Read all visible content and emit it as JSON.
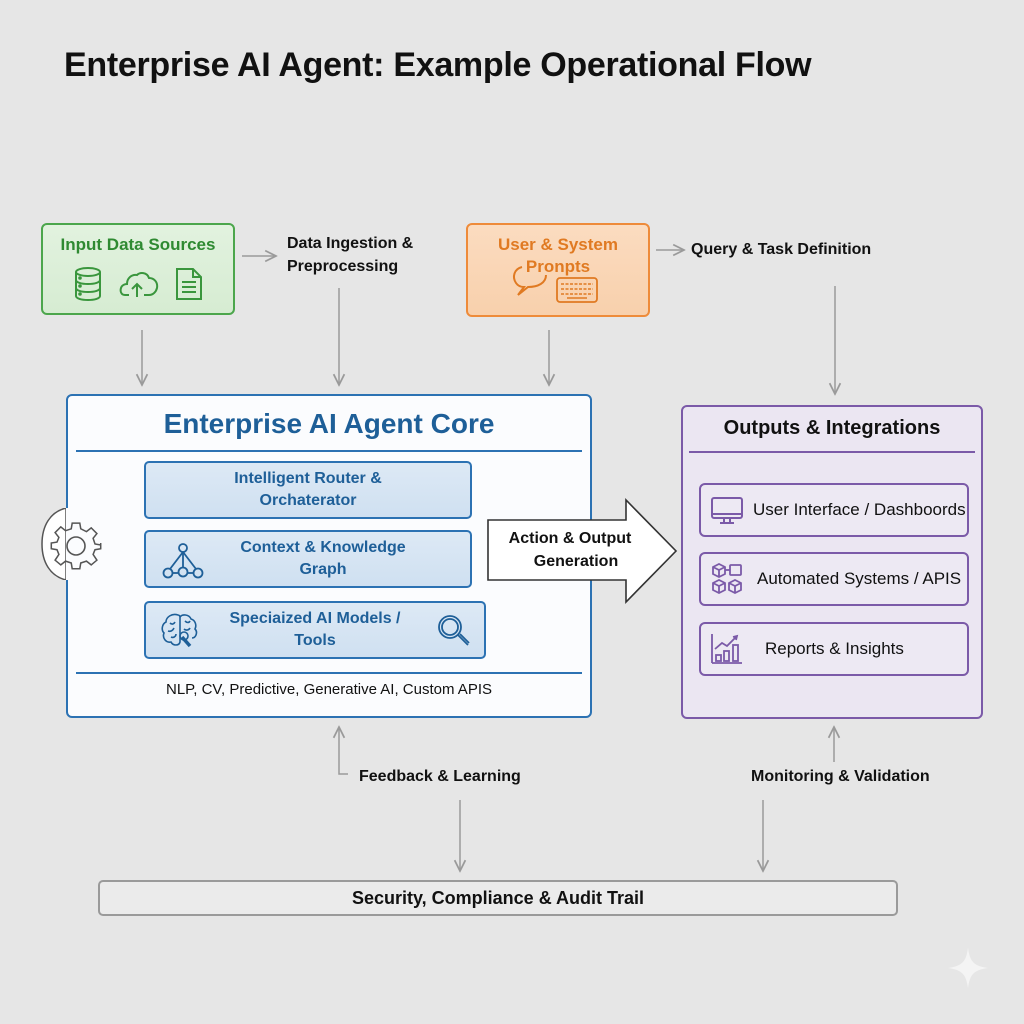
{
  "title": "Enterprise AI Agent: Example Operational Flow",
  "colors": {
    "background": "#e6e6e6",
    "input_green": "#4ca64c",
    "prompt_orange": "#ee8b3a",
    "core_blue": "#2c72b3",
    "output_purple": "#7b5aa8",
    "arrow_gray": "#9a9a9a"
  },
  "inputs": {
    "label": "Input Data Sources",
    "icons": [
      "database-icon",
      "cloud-upload-icon",
      "document-icon"
    ]
  },
  "prompts": {
    "label_line1": "User & System",
    "label_line2": "Pronpts",
    "icons": [
      "chat-bubble-icon",
      "keyboard-icon"
    ]
  },
  "flow_labels": {
    "ingestion_line1": "Data Ingestion &",
    "ingestion_line2": "Preprocessing",
    "query": "Query & Task Definition",
    "action_line1": "Action & Output",
    "action_line2": "Generation",
    "feedback": "Feedback & Learning",
    "monitoring": "Monitoring & Validation"
  },
  "core": {
    "heading": "Enterprise AI Agent Core",
    "modules": [
      {
        "line1": "Intelligent Router &",
        "line2": "Orchaterator",
        "icon": ""
      },
      {
        "line1": "Context & Knowledge",
        "line2": "Graph",
        "icon": "knowledge-graph-icon"
      },
      {
        "line1": "Speciaized AI Models /",
        "line2": "Tools",
        "icon": "brain-icon",
        "icon_right": "magnifier-icon"
      }
    ],
    "footer": "NLP, CV, Predictive, Generative AI, Custom APIS",
    "side_icon": "gear-icon"
  },
  "outputs": {
    "heading": "Outputs & Integrations",
    "items": [
      {
        "label": "User Interface / Dashboords",
        "icon": "monitor-icon"
      },
      {
        "label": "Automated Systems / APIS",
        "icon": "cubes-icon"
      },
      {
        "label": "Reports & Insights",
        "icon": "chart-icon"
      }
    ]
  },
  "security": {
    "label": "Security, Compliance & Audit Trail"
  }
}
